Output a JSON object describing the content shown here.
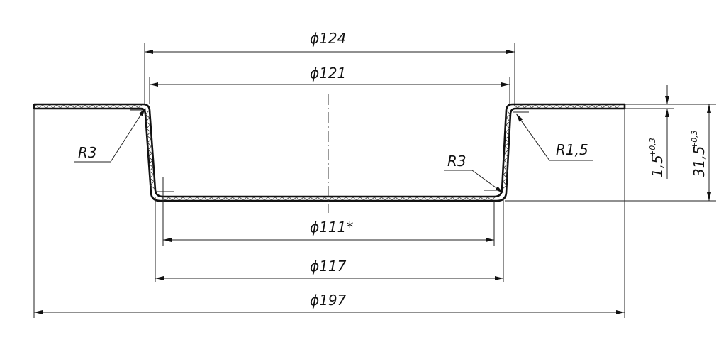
{
  "drawing": {
    "diameters": {
      "d124": "124",
      "d121": "121",
      "d111": "111*",
      "d117": "117",
      "d197": "197"
    },
    "radii": {
      "left_top": "R3",
      "right_top": "R1,5",
      "right_bottom": "R3"
    },
    "heights": {
      "flange": {
        "value": "1,5",
        "tolerance": "+0,3"
      },
      "total": {
        "value": "31,5",
        "tolerance": "+0,3"
      }
    },
    "diameter_symbol": "ϕ"
  }
}
